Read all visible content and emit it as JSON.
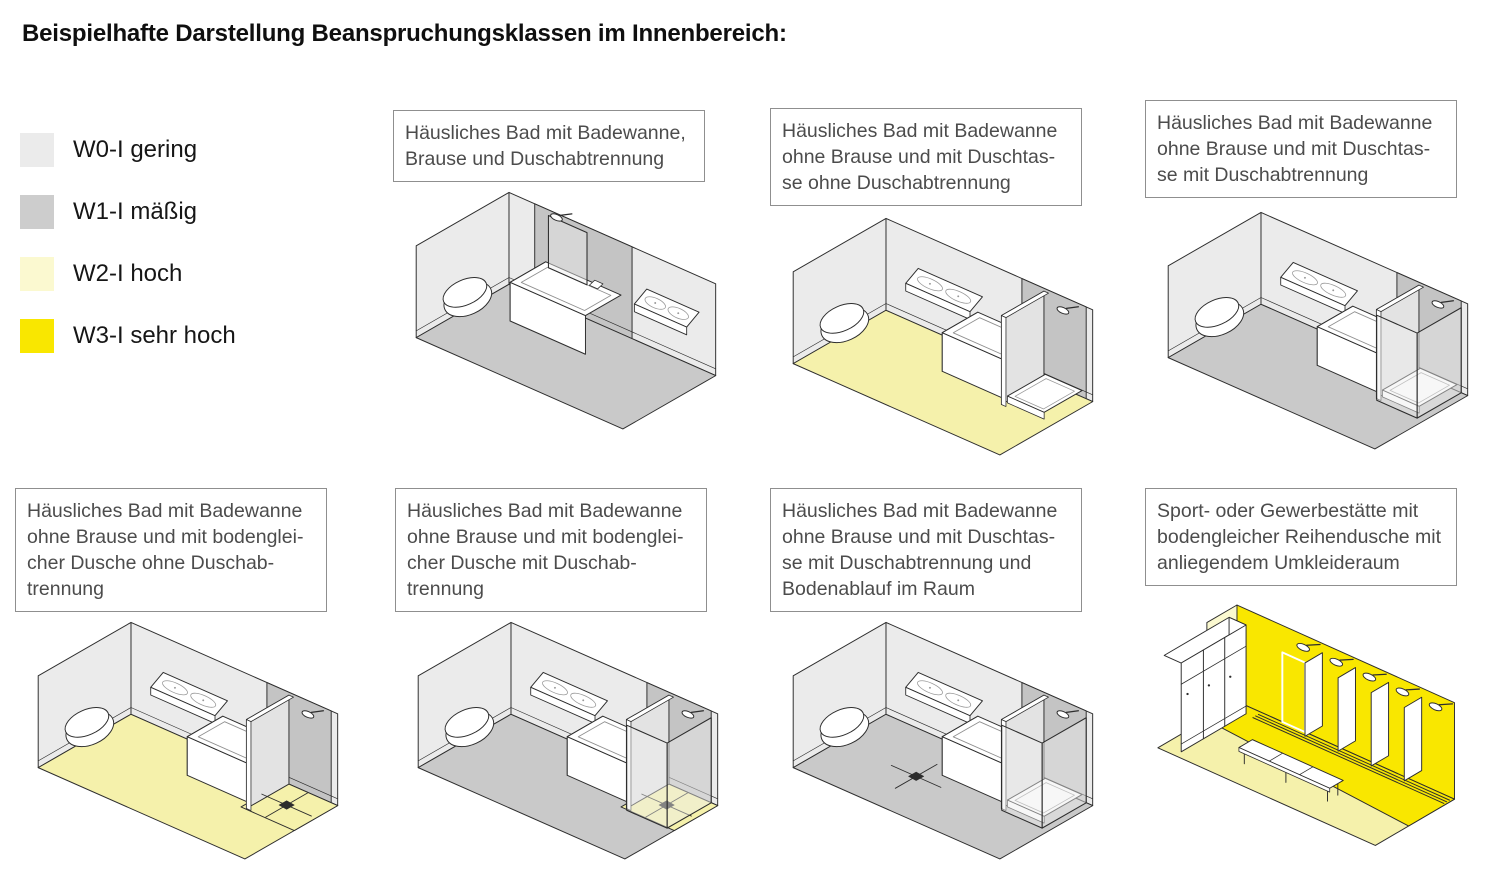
{
  "title": "Beispielhafte Darstellung Beanspruchungsklassen im Innenbereich:",
  "colors": {
    "w0": "#ebebeb",
    "w1": "#cdcdcd",
    "w2": "#f5f1ab",
    "w2_pale": "#fbf9d0",
    "w3": "#f9e700",
    "wall_light": "#ebebeb",
    "wall_dark": "#c4c4c4",
    "floor_gray": "#c9c9c9",
    "glass": "rgba(238,238,238,0.45)",
    "line": "#2d2d2d",
    "caption_text": "#4c4c4c",
    "caption_border": "#8f8f8f"
  },
  "legend": {
    "items": [
      {
        "code": "W0-I",
        "level": "gering",
        "label": "W0-I gering",
        "color_key": "w0"
      },
      {
        "code": "W1-I",
        "level": "mäßig",
        "label": "W1-I mäßig",
        "color_key": "w1"
      },
      {
        "code": "W2-I",
        "level": "hoch",
        "label": "W2-I hoch",
        "color_key": "w2_pale"
      },
      {
        "code": "W3-I",
        "level": "sehr hoch",
        "label": "W3-I sehr hoch",
        "color_key": "w3"
      }
    ]
  },
  "figures": [
    {
      "caption": "Häusliches Bad mit Badewanne,\nBrause und Duschabtrennung",
      "scene": {
        "type": "bath",
        "floor": "floor_gray",
        "dark": [
          28,
          134
        ],
        "tub": [
          40,
          122
        ],
        "tubGlass": true,
        "tubShowerHead": true,
        "basin": [
          150,
          207
        ],
        "toilet": true
      }
    },
    {
      "caption": "Häusliches Bad mit Badewanne\nohne Brause und mit Duschtas-\nse ohne Duschabtrennung",
      "scene": {
        "type": "bath",
        "floor": "w2",
        "dark": [
          148,
          218
        ],
        "tub": [
          100,
          170
        ],
        "basin": [
          35,
          105
        ],
        "toilet": true,
        "partition": true,
        "shower": "tray",
        "showerHead": true
      }
    },
    {
      "caption": "Häusliches Bad mit Badewanne\nohne Brause und mit Duschtas-\nse mit Duschabtrennung",
      "scene": {
        "type": "bath",
        "floor": "floor_gray",
        "dark": [
          148,
          218
        ],
        "tub": [
          100,
          170
        ],
        "basin": [
          35,
          105
        ],
        "toilet": true,
        "partition": true,
        "shower": "tray",
        "showerGlass": true,
        "showerHead": true
      }
    },
    {
      "caption": "Häusliches Bad mit Badewanne\nohne Brause und mit bodenglei-\ncher Dusche ohne Duschab-\ntrennung",
      "scene": {
        "type": "bath",
        "floor": "w2",
        "dark": [
          148,
          218
        ],
        "tub": [
          100,
          170
        ],
        "basin": [
          35,
          105
        ],
        "toilet": true,
        "partition": true,
        "shower": "floor",
        "showerFloor": "w2",
        "showerHead": true
      }
    },
    {
      "caption": "Häusliches Bad mit Badewanne\nohne Brause und mit bodenglei-\ncher Dusche mit Duschab-\ntrennung",
      "scene": {
        "type": "bath",
        "floor": "floor_gray",
        "dark": [
          148,
          218
        ],
        "tub": [
          100,
          170
        ],
        "basin": [
          35,
          105
        ],
        "toilet": true,
        "partition": true,
        "shower": "floor",
        "showerFloor": "w2",
        "showerGlass": true,
        "showerHead": true
      }
    },
    {
      "caption": "Häusliches Bad mit Badewanne\nohne Brause und mit Duschtas-\nse mit Duschabtrennung und\nBodenablauf im Raum",
      "scene": {
        "type": "bath",
        "floor": "floor_gray",
        "dark": [
          148,
          218
        ],
        "tub": [
          100,
          170
        ],
        "basin": [
          35,
          105
        ],
        "toilet": true,
        "partition": true,
        "shower": "tray",
        "showerGlass": true,
        "roomDrain": true,
        "showerHead": true
      }
    },
    {
      "caption": "Sport- oder Gewerbestätte mit\nbodengleicher Reihendusche mit\nanliegendem Umkleideraum",
      "scene": {
        "type": "sport",
        "showers": 5,
        "partitions": 4
      }
    }
  ]
}
